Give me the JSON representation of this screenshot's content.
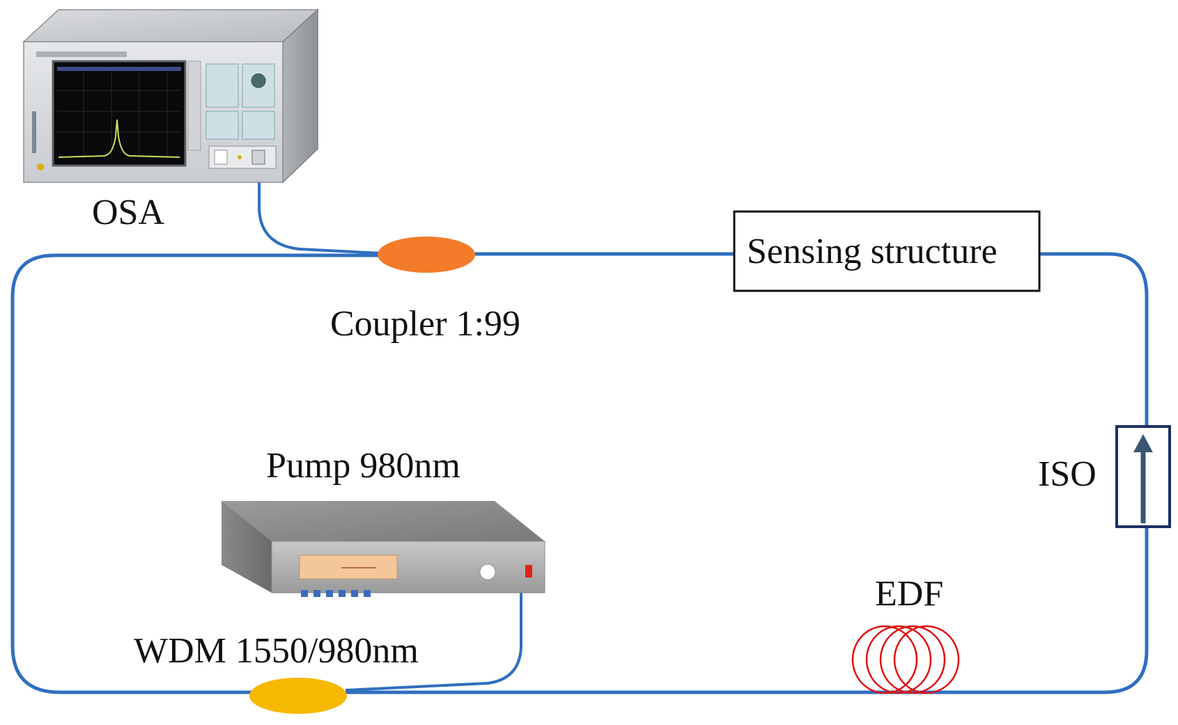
{
  "labels": {
    "osa": "OSA",
    "coupler": "Coupler 1:99",
    "sensing_structure": "Sensing structure",
    "pump": "Pump 980nm",
    "iso": "ISO",
    "edf": "EDF",
    "wdm": "WDM 1550/980nm"
  },
  "colors": {
    "fiber": "#2f6fc0",
    "coupler": "#f47b2a",
    "wdm": "#f7b800",
    "edf": "#e01010",
    "iso_border": "#1b2f63",
    "iso_arrow": "#3c556f"
  }
}
